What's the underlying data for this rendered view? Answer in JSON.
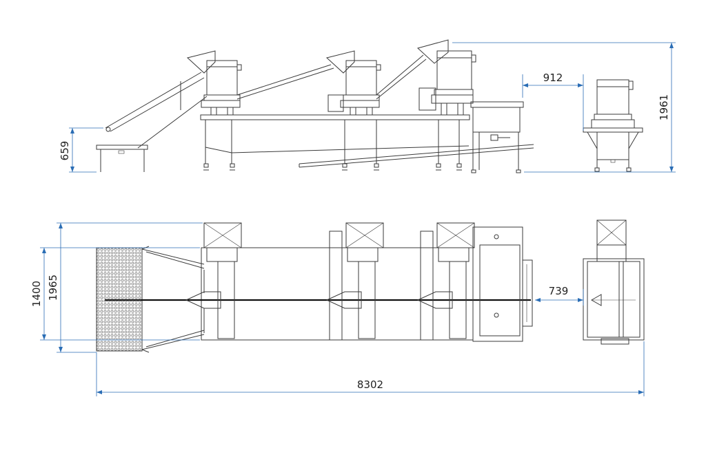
{
  "dimensions": {
    "infeed_height": "659",
    "side_gap": "912",
    "overall_height": "1961",
    "inner_width": "1400",
    "outer_width": "1965",
    "end_gap": "739",
    "overall_length": "8302"
  },
  "colors": {
    "dimension_line": "#2a6db5",
    "machine_line": "#3a3a3a",
    "background": "#ffffff"
  }
}
